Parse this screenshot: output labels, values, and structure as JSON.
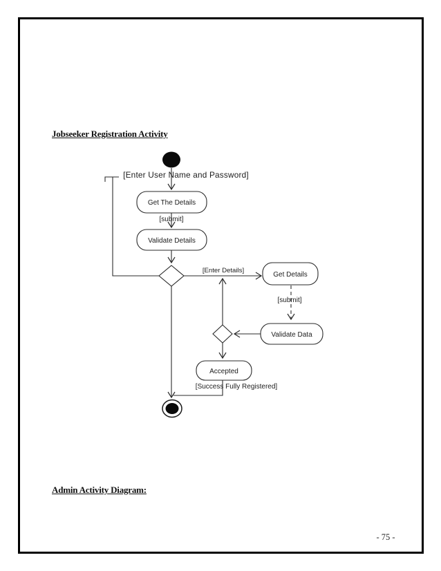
{
  "document": {
    "heading_jobseeker": "Jobseeker Registration Activity",
    "heading_admin": "Admin Activity Diagram:",
    "page_number": "- 75 -"
  },
  "diagram": {
    "type": "uml-activity-diagram",
    "nodes": {
      "initial": {
        "type": "initial-state"
      },
      "get_the_details": {
        "label": "Get The Details"
      },
      "validate_details": {
        "label": "Validate Details"
      },
      "decision_1": {
        "type": "decision"
      },
      "get_details": {
        "label": "Get Details"
      },
      "validate_data": {
        "label": "Validate Data"
      },
      "decision_2": {
        "type": "decision"
      },
      "accepted": {
        "label": "Accepted"
      },
      "final": {
        "type": "final-state"
      }
    },
    "edge_labels": {
      "enter_user_name_and_password": "[Enter User Name and Password]",
      "submit_1": "[submit]",
      "enter_details": "[Enter Details]",
      "submit_2": "[submit]",
      "success_fully_registered": "[Success Fully Registered]"
    }
  }
}
